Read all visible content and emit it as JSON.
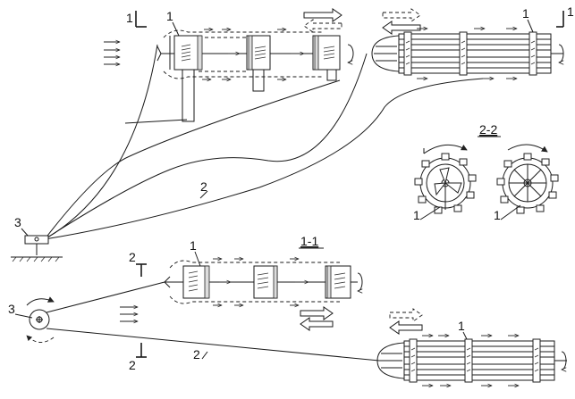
{
  "labels": {
    "section_1_1": "1-1",
    "section_2_2": "2-2",
    "cut_1_a": "1",
    "cut_1_b": "1",
    "cut_2_a": "2",
    "cut_2_b": "2",
    "item_1_top_left": "1",
    "item_1_top_right": "1",
    "item_1_wheel_a": "1",
    "item_1_wheel_b": "1",
    "item_1_mid": "1",
    "item_1_bottom": "1",
    "item_2_top": "2",
    "item_2_bottom": "2",
    "item_3_top": "3",
    "item_3_bottom": "3"
  }
}
